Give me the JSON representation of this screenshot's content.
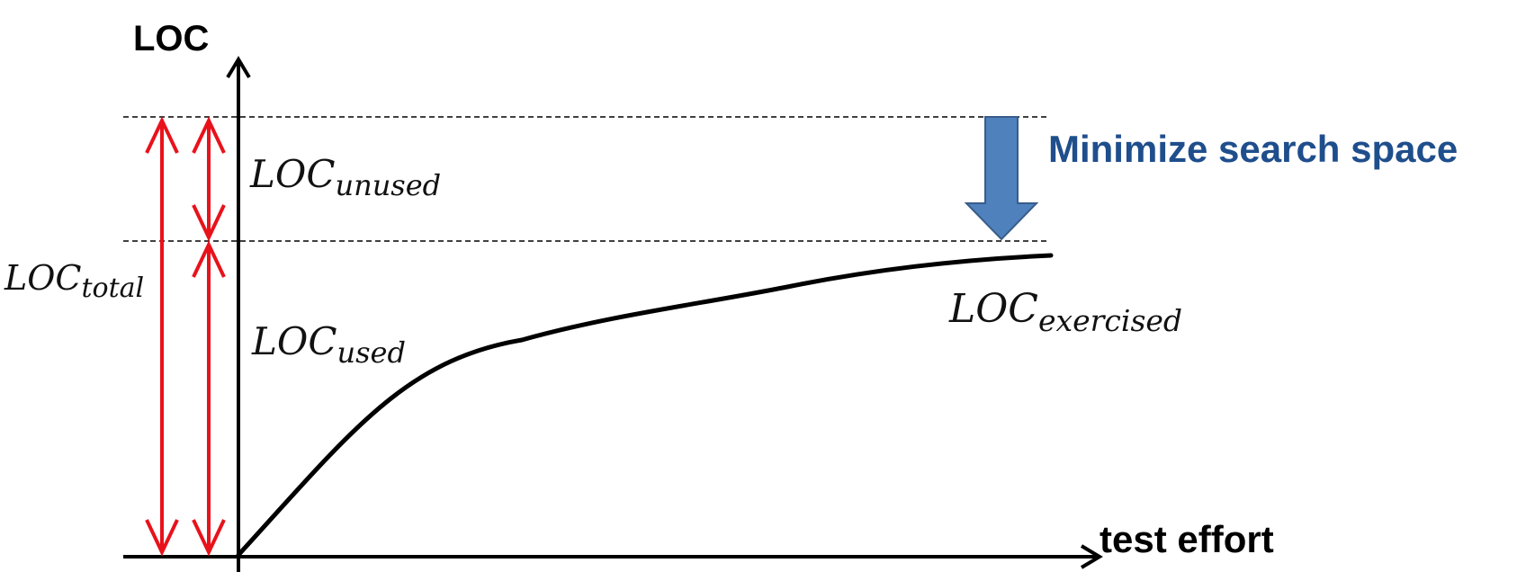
{
  "axes": {
    "y_label": "LOC",
    "x_label": "test effort"
  },
  "labels": {
    "loc_total": {
      "base": "LOC",
      "sub": "total"
    },
    "loc_unused": {
      "base": "LOC",
      "sub": "unused"
    },
    "loc_used": {
      "base": "LOC",
      "sub": "used"
    },
    "loc_exercised": {
      "base": "LOC",
      "sub": "exercised"
    }
  },
  "annotation": {
    "text": "Minimize search space"
  },
  "colors": {
    "axis": "#000000",
    "bracket_arrows": "#e8121b",
    "annotation_text": "#1f4e8c",
    "down_arrow_fill": "#4f81bd",
    "down_arrow_stroke": "#385d8a",
    "dashed_line": "#000000"
  }
}
